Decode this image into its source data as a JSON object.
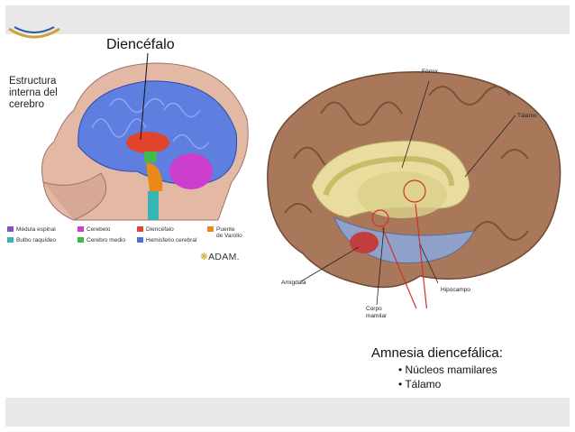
{
  "left_panel": {
    "title": "Diencéfalo",
    "structure_label": "Estructura\ninterna del\ncerebro",
    "legend": [
      {
        "label": "Médula espinal",
        "color": "#8a4fc4"
      },
      {
        "label": "Bulbo raquídeo",
        "color": "#37b5b5"
      },
      {
        "label": "Cerebelo",
        "color": "#cc3fcc"
      },
      {
        "label": "Cerebro medio",
        "color": "#44b84a"
      },
      {
        "label": "Diencéfalo",
        "color": "#e0442c"
      },
      {
        "label": "Hemisferio cerebral",
        "color": "#4d6fd6"
      },
      {
        "label": "Puente\nde Varolio",
        "color": "#e88a1a"
      }
    ],
    "brand": "ADAM."
  },
  "right_panel": {
    "labels": {
      "fornix": "Fórnix",
      "talamo": "Tálamo",
      "amigdala": "Amígdala",
      "hipocampo": "Hipocampo",
      "corpo": "Corpo\nmamilar"
    },
    "caption": {
      "title": "Amnesia diencefálica:",
      "bullets": [
        "Núcleos mamilares",
        "Tálamo"
      ]
    }
  }
}
